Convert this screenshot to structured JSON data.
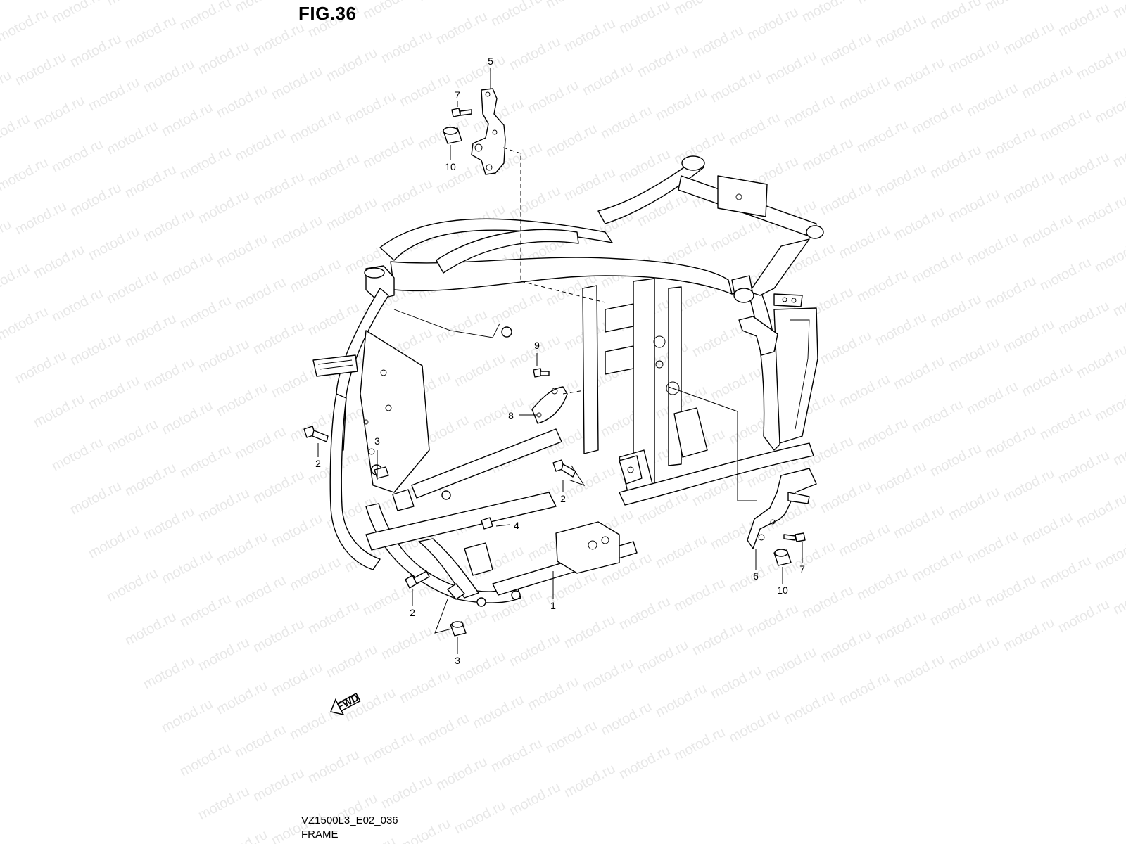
{
  "figure": {
    "title": "FIG.36",
    "drawing_code": "VZ1500L3_E02_036",
    "part_group": "FRAME"
  },
  "watermark": {
    "text": "motod.ru"
  },
  "direction_marker": {
    "text": "FWD"
  },
  "callouts": [
    {
      "id": "c1",
      "label": "1"
    },
    {
      "id": "c2a",
      "label": "2"
    },
    {
      "id": "c2b",
      "label": "2"
    },
    {
      "id": "c2c",
      "label": "2"
    },
    {
      "id": "c3a",
      "label": "3"
    },
    {
      "id": "c3b",
      "label": "3"
    },
    {
      "id": "c4",
      "label": "4"
    },
    {
      "id": "c5",
      "label": "5"
    },
    {
      "id": "c6",
      "label": "6"
    },
    {
      "id": "c7a",
      "label": "7"
    },
    {
      "id": "c7b",
      "label": "7"
    },
    {
      "id": "c8",
      "label": "8"
    },
    {
      "id": "c9",
      "label": "9"
    },
    {
      "id": "c10a",
      "label": "10"
    },
    {
      "id": "c10b",
      "label": "10"
    }
  ]
}
